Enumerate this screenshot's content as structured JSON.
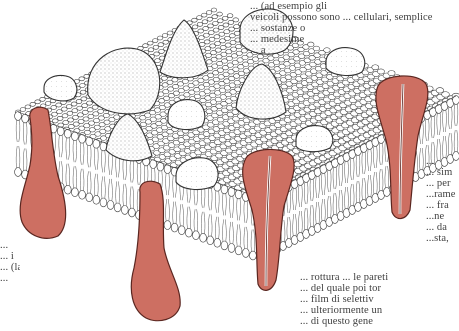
{
  "figure": {
    "description_hidden": "",
    "colors": {
      "protein_fill": "#cd6f62",
      "protein_stroke": "#5a2620",
      "lipid_head_fill": "#ffffff",
      "lipid_head_stroke": "#3a3a3a",
      "background": "#ffffff",
      "text": "#3f3f3f"
    }
  },
  "page_text": {
    "top_lines": [
      "... (ad esempio gli",
      "veicoli possono sono ... cellulari, semplice",
      "... sostanze o",
      "... medesime",
      "... a"
    ],
    "right_lines": [
      "...",
      "... sim",
      "... per",
      "...rame",
      "... fra",
      "...ne",
      "... da",
      "...sta,"
    ],
    "bottom_lines": [
      "... rottura ... le pareti",
      "... del quale poi tor",
      "... film di selettiv",
      "... ulteriormente un",
      "... di questo gene"
    ],
    "left_lines": [
      "...",
      "... i",
      "... (la",
      "..."
    ]
  }
}
